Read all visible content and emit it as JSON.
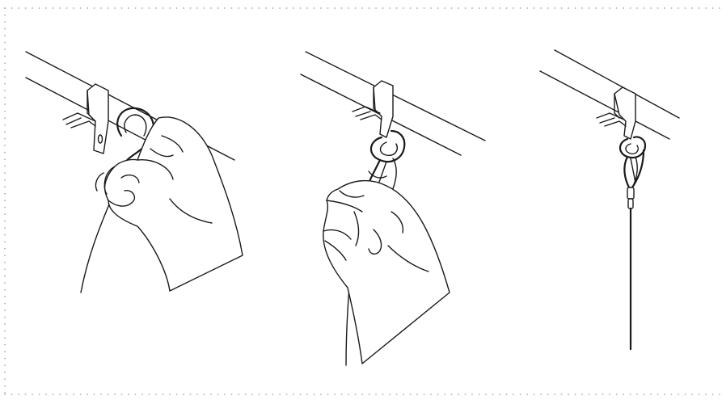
{
  "figure": {
    "panels": [
      {
        "id": "step-1",
        "shows": "hand-opening-gate-of-hook"
      },
      {
        "id": "step-2",
        "shows": "hand-pulling-hook-onto-clip"
      },
      {
        "id": "step-3",
        "shows": "hook-hanging-with-cable"
      }
    ],
    "border_color": "#9a9a9a",
    "line_color": "#1a1a1a"
  }
}
